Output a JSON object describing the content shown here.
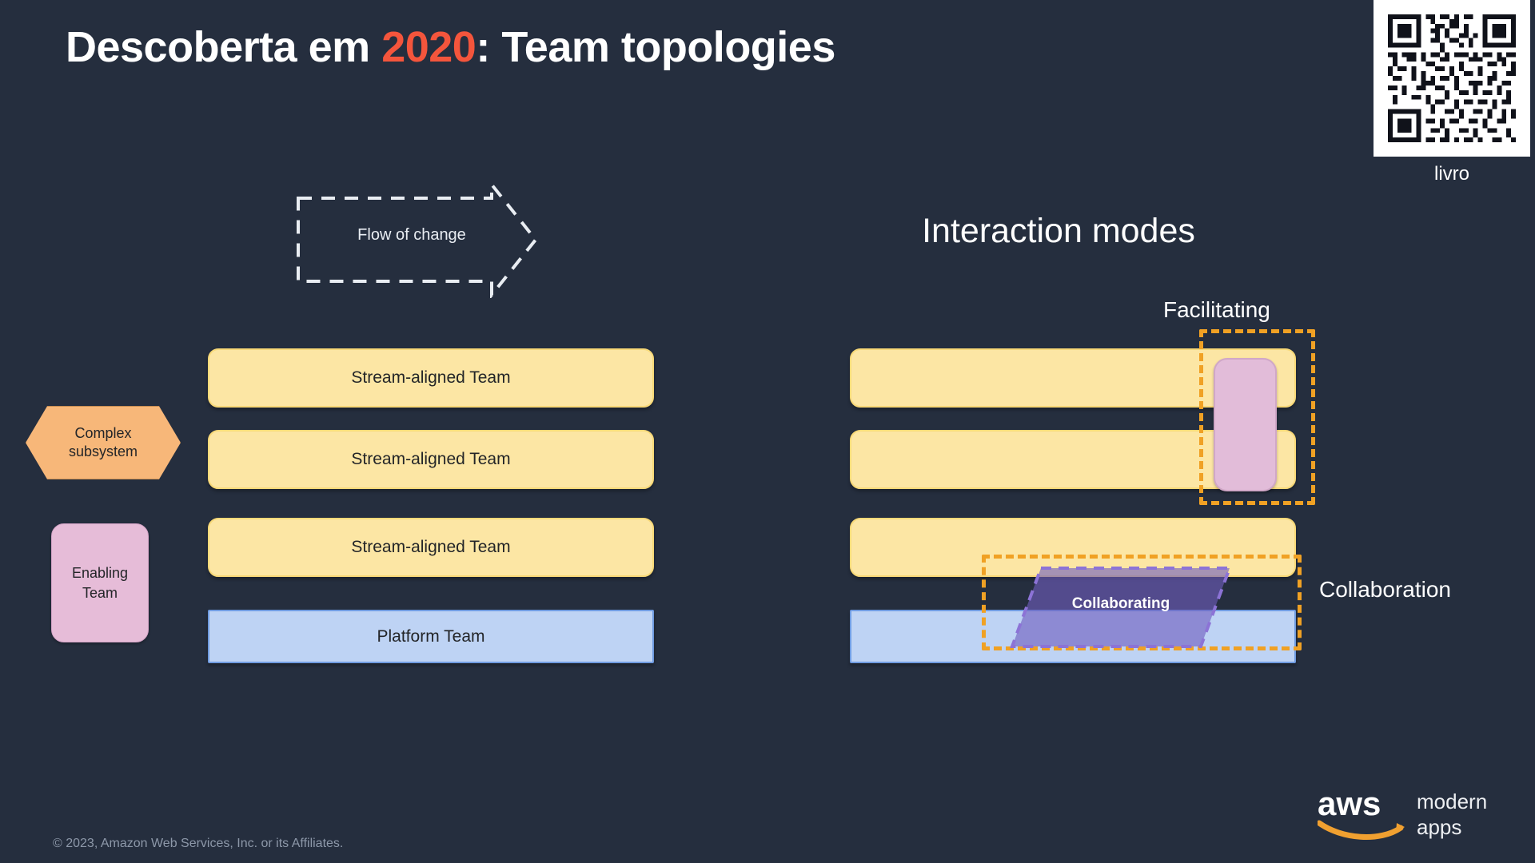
{
  "slide": {
    "background_color": "#252E3E",
    "title": {
      "prefix": "Descoberta em ",
      "year": "2020",
      "suffix": ": Team topologies",
      "year_color": "#F4553C"
    },
    "qr": {
      "label": "livro",
      "icon": "qr-code-icon"
    },
    "left_panel": {
      "flow_arrow_label": "Flow of change",
      "shapes": [
        {
          "name": "complex-subsystem",
          "label": "Complex\nsubsystem",
          "line1": "Complex",
          "line2": "subsystem",
          "shape": "hexagon",
          "fill": "#F7B779"
        },
        {
          "name": "enabling-team",
          "label": "Enabling\nTeam",
          "line1": "Enabling",
          "line2": "Team",
          "shape": "rounded-rect",
          "fill": "#E6BCD8"
        }
      ],
      "teams": [
        {
          "label": "Stream-aligned Team",
          "type": "stream",
          "fill": "#FCE6A4"
        },
        {
          "label": "Stream-aligned Team",
          "type": "stream",
          "fill": "#FCE6A4"
        },
        {
          "label": "Stream-aligned Team",
          "type": "stream",
          "fill": "#FCE6A4"
        },
        {
          "label": "Platform Team",
          "type": "platform",
          "fill": "#BED3F4"
        }
      ]
    },
    "right_panel": {
      "title": "Interaction modes",
      "facilitating_label": "Facilitating",
      "collaboration_label": "Collaboration",
      "collaborating_label": "Collaborating",
      "dashed_color": "#F0A124",
      "collab_border_color": "#8C73D6",
      "teams": [
        {
          "label": "",
          "type": "stream",
          "fill": "#FCE6A4"
        },
        {
          "label": "",
          "type": "stream",
          "fill": "#FCE6A4"
        },
        {
          "label": "",
          "type": "stream",
          "fill": "#FCE6A4"
        },
        {
          "label": "",
          "type": "platform",
          "fill": "#BED3F4"
        }
      ]
    },
    "footer": {
      "copyright": "© 2023, Amazon Web Services, Inc. or its Affiliates.",
      "brand": "aws",
      "brand_sub_line1": "modern",
      "brand_sub_line2": "apps"
    }
  }
}
